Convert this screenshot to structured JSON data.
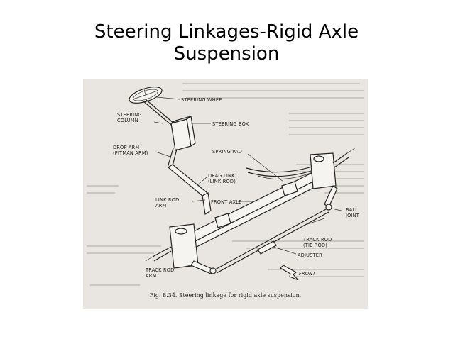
{
  "slide": {
    "title_line1": "Steering Linkages-Rigid Axle",
    "title_line2": "Suspension"
  },
  "figure": {
    "labels": {
      "steering_wheel": "STEERING WHEE",
      "steering_column_1": "STEERING",
      "steering_column_2": "COLUMN",
      "steering_box": "STEERING BOX",
      "drop_arm_1": "DROP ARM",
      "drop_arm_2": "(PITMAN ARM)",
      "spring_pad": "SPRING PAD",
      "drag_link_1": "DRAG LINK",
      "drag_link_2": "(LINK ROD)",
      "link_rod_arm_1": "LINK ROD",
      "link_rod_arm_2": "ARM",
      "front_axle": "FRONT AXLE",
      "ball_joint_1": "BALL",
      "ball_joint_2": "JOINT",
      "track_rod_1": "TRACK ROD",
      "track_rod_2": "(TIE ROD)",
      "adjuster": "ADJUSTER",
      "track_rod_arm_1": "TRACK ROD",
      "track_rod_arm_2": "ARM",
      "front": "FRONT"
    },
    "caption": "Fig. 8.34. Steering linkage for rigid axle suspension."
  }
}
